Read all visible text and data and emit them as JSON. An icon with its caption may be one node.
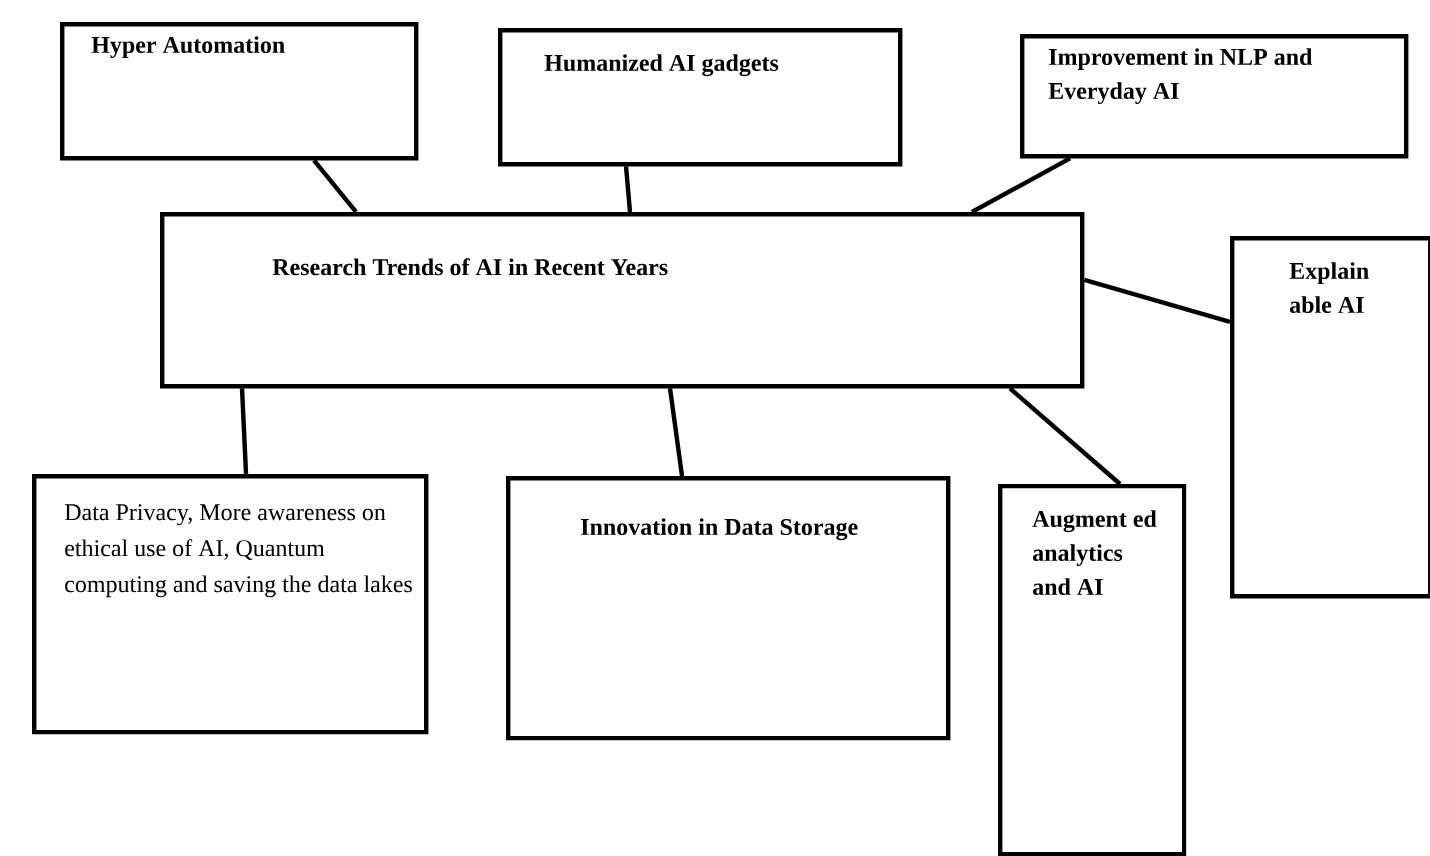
{
  "diagram": {
    "nodes": [
      {
        "text": [
          "Hyper Automation"
        ]
      },
      {
        "text": [
          "Humanized AI gadgets"
        ]
      },
      {
        "text": [
          "Improvement in NLP and Everyday AI"
        ]
      },
      {
        "text": [
          "Research Trends of AI in Recent Years"
        ]
      },
      {
        "text": [
          "Explain able AI"
        ]
      },
      {
        "text": [
          "Data Privacy, More awareness on ethical use of AI, Quantum computing and saving the data lakes"
        ]
      },
      {
        "text": [
          "Innovation in Data Storage"
        ]
      },
      {
        "text": [
          "Augment ed analytics and AI"
        ]
      }
    ],
    "edges": [
      {
        "from": 3,
        "to": 0,
        "arrow": "none"
      },
      {
        "from": 3,
        "to": 1,
        "arrow": "none"
      },
      {
        "from": 3,
        "to": 2,
        "arrow": "none"
      },
      {
        "from": 3,
        "to": 4,
        "arrow": "none"
      },
      {
        "from": 3,
        "to": 5,
        "arrow": "none"
      },
      {
        "from": 3,
        "to": 6,
        "arrow": "none"
      },
      {
        "from": 3,
        "to": 7,
        "arrow": "none"
      }
    ]
  }
}
